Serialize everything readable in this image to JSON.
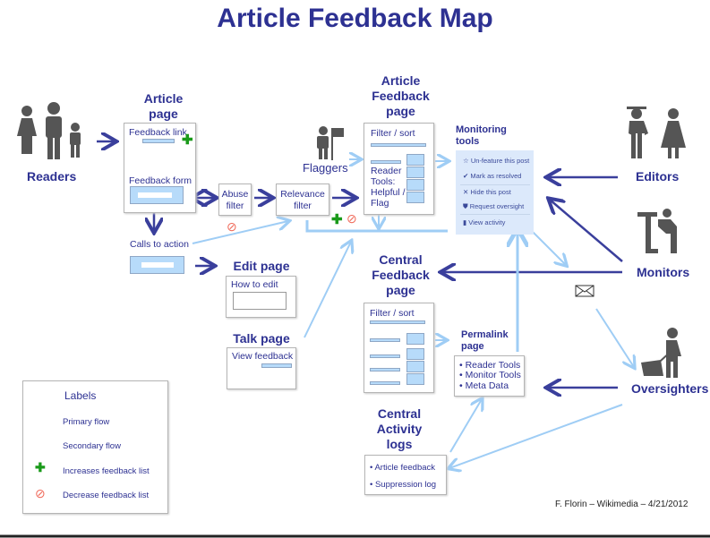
{
  "title": "Article Feedback Map",
  "actors": {
    "readers": "Readers",
    "flaggers": "Flaggers",
    "editors": "Editors",
    "monitors": "Monitors",
    "oversighters": "Oversighters"
  },
  "article_page": {
    "label": "Article page",
    "feedback_link": "Feedback link",
    "feedback_form": "Feedback form",
    "calls_to_action": "Calls to action"
  },
  "abuse_filter": "Abuse filter",
  "relevance_filter": "Relevance filter",
  "edit_page": {
    "label": "Edit page",
    "link": "How to edit"
  },
  "talk_page": {
    "label": "Talk page",
    "link": "View feedback"
  },
  "article_feedback_page": {
    "label": "Article Feedback page",
    "filter": "Filter / sort",
    "tools": "Reader Tools: Helpful / Flag"
  },
  "monitoring_tools": {
    "label": "Monitoring tools",
    "items": [
      {
        "icon": "star-icon",
        "label": "Un-feature this post"
      },
      {
        "icon": "check-icon",
        "label": "Mark as resolved"
      },
      {
        "icon": "x-icon",
        "label": "Hide this post"
      },
      {
        "icon": "shield-icon",
        "label": "Request oversight"
      },
      {
        "icon": "bar-chart-icon",
        "label": "View activity"
      }
    ]
  },
  "central_feedback_page": {
    "label": "Central Feedback page",
    "filter": "Filter / sort"
  },
  "permalink_page": {
    "label": "Permalink page",
    "items": [
      "• Reader Tools",
      "• Monitor Tools",
      "• Meta Data"
    ]
  },
  "central_activity_logs": {
    "label": "Central Activity logs",
    "items": [
      "• Article feedback",
      "• Suppression log"
    ]
  },
  "legend": {
    "title": "Labels",
    "items": [
      "Primary flow",
      "Secondary flow",
      "Increases feedback list",
      "Decrease feedback list"
    ]
  },
  "footer": "F. Florin – Wikimedia – 4/21/2012",
  "colors": {
    "primary": "#3a3f9c",
    "secondary": "#9fcdf5",
    "text": "#2d3192",
    "plus": "#1a9a1a",
    "block": "#f06a5a"
  }
}
